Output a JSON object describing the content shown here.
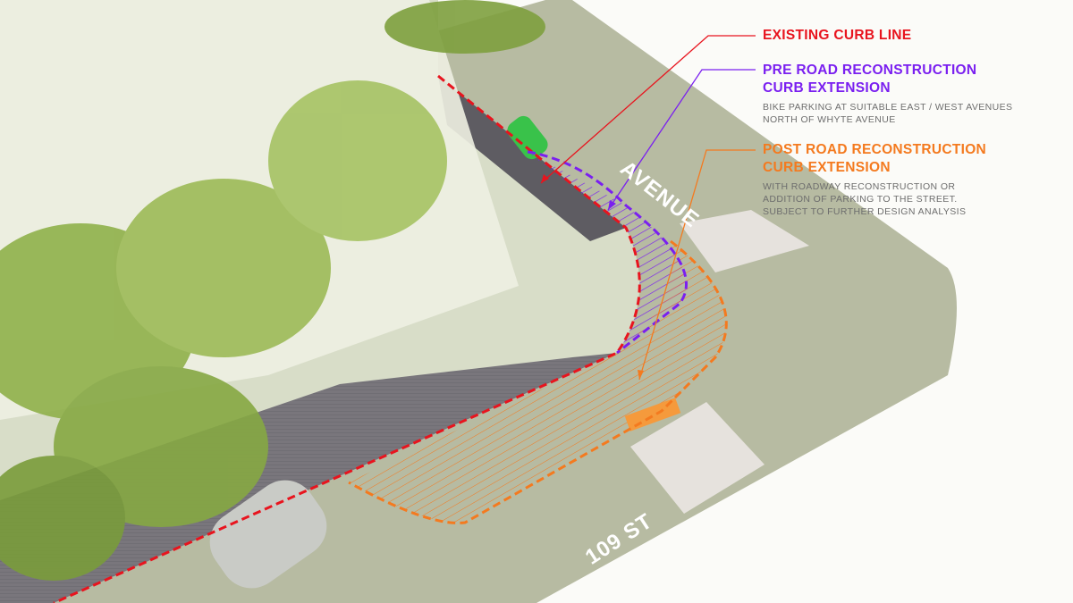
{
  "legend": [
    {
      "title": "EXISTING CURB LINE",
      "color": "#e8141e"
    },
    {
      "title_line1": "PRE ROAD RECONSTRUCTION",
      "title_line2": "CURB EXTENSION",
      "desc_line1": "BIKE PARKING AT SUITABLE EAST / WEST AVENUES",
      "desc_line2": "NORTH OF WHYTE AVENUE",
      "color": "#7a1ff0"
    },
    {
      "title_line1": "POST ROAD RECONSTRUCTION",
      "title_line2": "CURB EXTENSION",
      "desc_line1": "WITH ROADWAY RECONSTRUCTION OR",
      "desc_line2": "ADDITION OF PARKING TO THE STREET.",
      "desc_line3": "SUBJECT TO FURTHER DESIGN ANALYSIS",
      "color": "#f47a1f"
    }
  ],
  "streets": {
    "avenue": "AVENUE",
    "street": "109 ST"
  }
}
